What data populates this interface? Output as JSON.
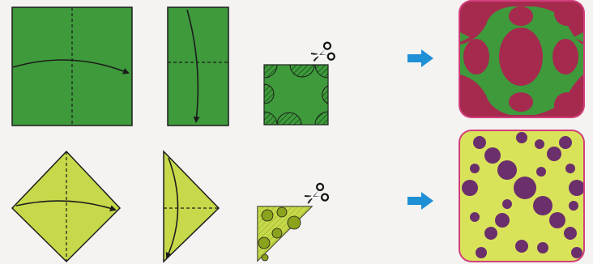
{
  "title": "",
  "colors": {
    "background": "#f4f3f1",
    "green_paper": "#3e9a3b",
    "green_dark_hatch": "#1f5a1f",
    "lime_paper": "#c7d94a",
    "lime_dark": "#8aa21c",
    "maroon": "#a62a4e",
    "purple_dot": "#6b2f6c",
    "frame_pink": "#d23f7c",
    "arrow_blue": "#1f8fd6",
    "line": "#1c1c1c"
  },
  "rows": [
    {
      "name": "green-square-row",
      "steps": [
        "fold-square-in-half",
        "fold-rectangle-in-half",
        "cut-quarter-square"
      ],
      "result": "green-pattern-with-red-ovals"
    },
    {
      "name": "yellow-diamond-row",
      "steps": [
        "fold-diamond-in-half",
        "fold-triangle-in-half",
        "cut-small-triangle"
      ],
      "result": "yellow-pattern-with-purple-dots"
    }
  ],
  "icons": [
    "scissors-icon",
    "right-arrow-icon"
  ]
}
